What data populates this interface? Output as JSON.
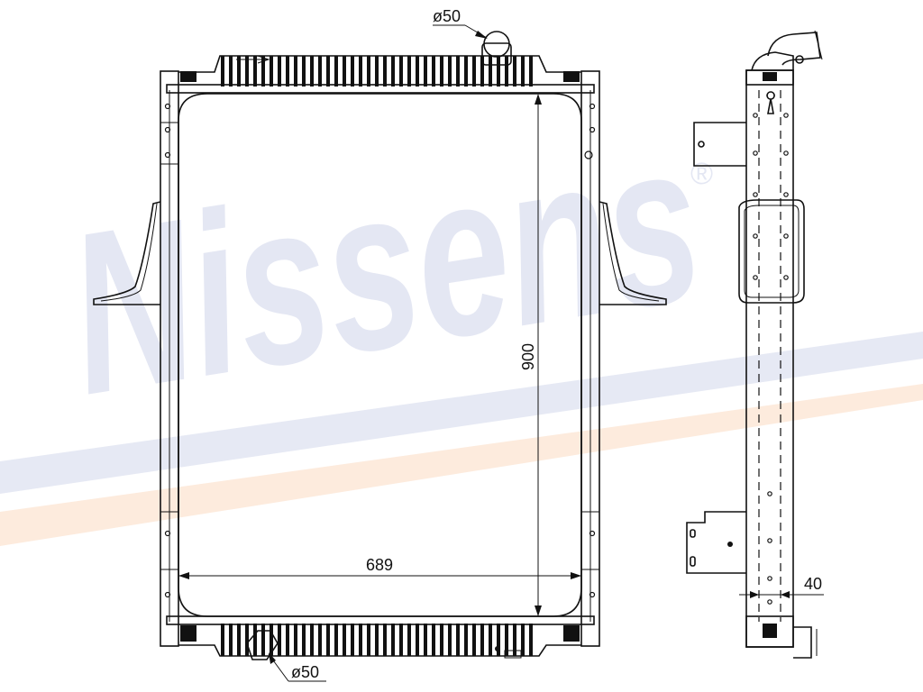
{
  "watermark": {
    "brand": "Nissens",
    "registered_mark": "®",
    "color_blue": "#e4e7f3",
    "color_orange": "#fdeadc"
  },
  "dimensions": {
    "top_cap_diameter": "ø50",
    "bottom_outlet_diameter": "ø50",
    "core_height": "900",
    "core_width": "689",
    "core_depth": "40"
  }
}
